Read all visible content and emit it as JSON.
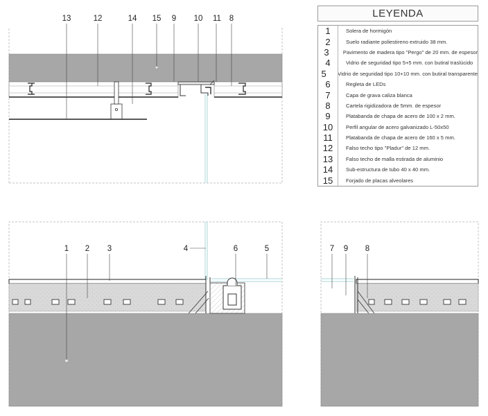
{
  "legend": {
    "title": "LEYENDA",
    "items": [
      {
        "num": "1",
        "text": "Solera de hormigón"
      },
      {
        "num": "2",
        "text": "Suelo radiante poliestireno extruido 38 mm."
      },
      {
        "num": "3",
        "text": "Pavimento de madera tipo \"Pergo\" de 20 mm. de espesor"
      },
      {
        "num": "4",
        "text": "Vidrio de seguridad tipo 5+5 mm. con butiral traslúcido"
      },
      {
        "num": "5",
        "text": "Vidrio de seguridad tipo 10+10 mm. con butiral transparente"
      },
      {
        "num": "6",
        "text": "Regleta de LEDs"
      },
      {
        "num": "7",
        "text": "Capa de grava caliza blanca"
      },
      {
        "num": "8",
        "text": "Cartela rigidizadora de 5mm. de espesor"
      },
      {
        "num": "9",
        "text": "Platabanda de chapa de acero de 100 x 2 mm."
      },
      {
        "num": "10",
        "text": "Perfil angular de acero galvanizado L-50x50"
      },
      {
        "num": "11",
        "text": "Platabanda de chapa de acero de 160 x 5 mm."
      },
      {
        "num": "12",
        "text": "Falso techo tipo \"Pladur\" de 12 mm."
      },
      {
        "num": "13",
        "text": "Falso techo de malla estirada de aluminio"
      },
      {
        "num": "14",
        "text": "Sub-estructura de tubo 40 x 40 mm."
      },
      {
        "num": "15",
        "text": "Forjado de placas alveolares"
      }
    ]
  },
  "detail_top": {
    "callouts": [
      "13",
      "12",
      "14",
      "15",
      "9",
      "10",
      "11",
      "8"
    ]
  },
  "detail_bottom_left": {
    "callouts": [
      "1",
      "2",
      "3",
      "4",
      "6",
      "5"
    ]
  },
  "detail_bottom_right": {
    "callouts": [
      "7",
      "9",
      "8"
    ]
  },
  "colors": {
    "concrete": "#a7a7a7",
    "frame_dashed": "#c3c3c3",
    "glass": "#a9d7d9",
    "insulation": "#d6d6d6",
    "line": "#333333"
  }
}
